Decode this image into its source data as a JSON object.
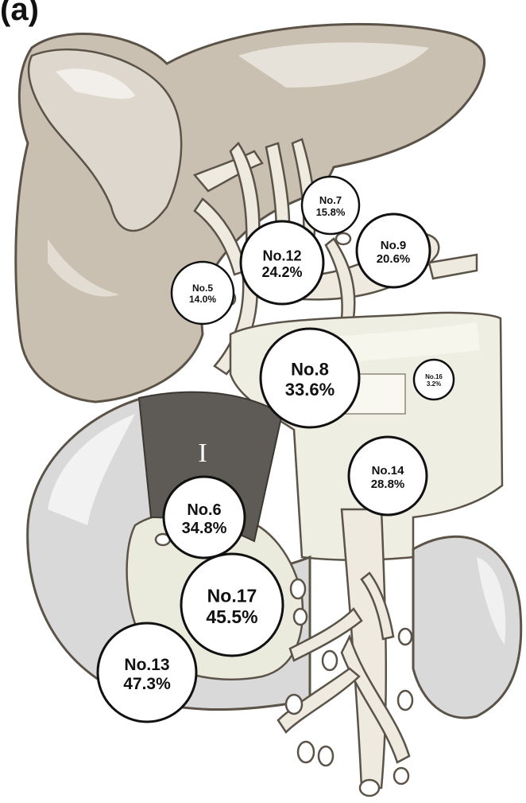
{
  "figure": {
    "panel_label": "(a)"
  },
  "regions": [
    {
      "id": "I",
      "label": "I"
    }
  ],
  "lymph_nodes": [
    {
      "id": "no7",
      "station": "No.7",
      "rate": "15.8%",
      "size": "small"
    },
    {
      "id": "no9",
      "station": "No.9",
      "rate": "20.6%",
      "size": "medium"
    },
    {
      "id": "no12",
      "station": "No.12",
      "rate": "24.2%",
      "size": "medium"
    },
    {
      "id": "no5",
      "station": "No.5",
      "rate": "14.0%",
      "size": "small"
    },
    {
      "id": "no8",
      "station": "No.8",
      "rate": "33.6%",
      "size": "large"
    },
    {
      "id": "no16",
      "station": "No.16",
      "rate": "3.2%",
      "size": "tiny"
    },
    {
      "id": "no14",
      "station": "No.14",
      "rate": "28.8%",
      "size": "medium"
    },
    {
      "id": "no6",
      "station": "No.6",
      "rate": "34.8%",
      "size": "large"
    },
    {
      "id": "no17",
      "station": "No.17",
      "rate": "45.5%",
      "size": "large"
    },
    {
      "id": "no13",
      "station": "No.13",
      "rate": "47.3%",
      "size": "large"
    }
  ],
  "colors": {
    "organ_fill": "#c9c0b1",
    "organ_highlight": "#ece8e1",
    "organ_stroke": "#5b5348",
    "duodenum_fill": "#d9d9d9",
    "pancreas_fill": "#eeeee2",
    "vessel_fill": "#eeeae0",
    "region_fill": "#5e5a55",
    "node_fill": "#ffffff",
    "node_stroke": "#111111"
  }
}
